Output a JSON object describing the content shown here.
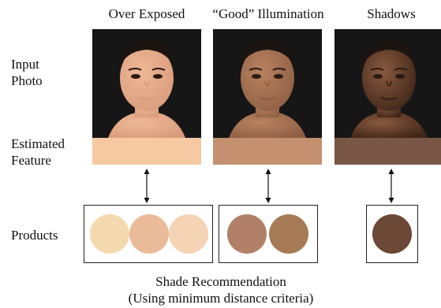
{
  "columns": {
    "over": {
      "title": "Over Exposed",
      "feature_color": "#f6c9a2",
      "skin": "#eeb896",
      "skin_shade": "#d99c7c",
      "products": [
        "#f3d9ad",
        "#e9bb98",
        "#f4d4b5"
      ]
    },
    "good": {
      "title": "“Good” Illumination",
      "feature_color": "#c49070",
      "skin": "#b8825f",
      "skin_shade": "#8f5f44",
      "products": [
        "#b27f69",
        "#a67a55"
      ]
    },
    "shadow": {
      "title": "Shadows",
      "feature_color": "#795646",
      "skin": "#8a5a3e",
      "skin_shade": "#3e2518",
      "products": [
        "#6c4837"
      ]
    }
  },
  "rows": {
    "input": {
      "line1": "Input",
      "line2": "Photo"
    },
    "feature": {
      "line1": "Estimated",
      "line2": "Feature"
    },
    "products": {
      "label": "Products"
    }
  },
  "caption": {
    "line1": "Shade Recommendation",
    "line2": "(Using minimum distance criteria)"
  }
}
